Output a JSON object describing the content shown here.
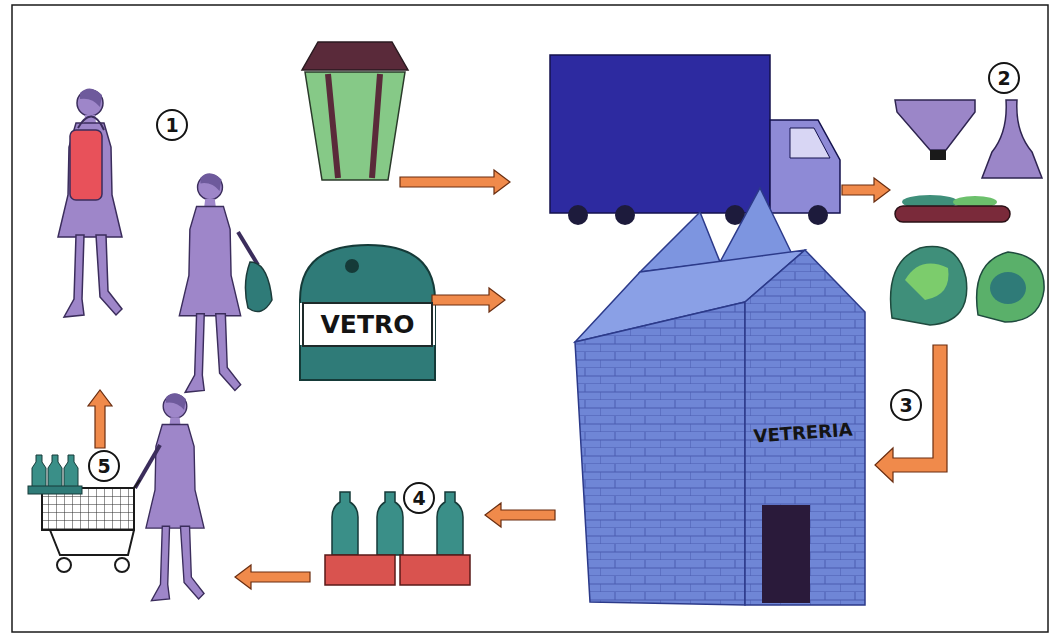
{
  "diagram": {
    "nodes": [
      {
        "text": [
          "VETRO"
        ]
      },
      {
        "text": [
          "VETRERIA"
        ]
      }
    ],
    "labels": [
      "1",
      "2",
      "3",
      "4",
      "5"
    ]
  }
}
